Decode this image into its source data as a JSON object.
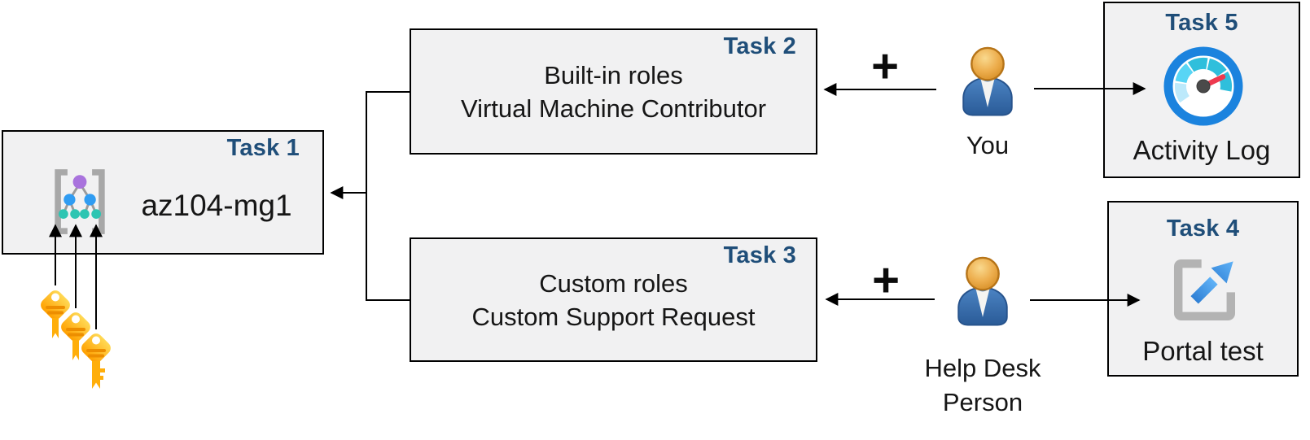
{
  "diagram": {
    "title_note": "",
    "boxes": {
      "task1": {
        "label": "Task 1",
        "name": "az104-mg1"
      },
      "task2": {
        "label": "Task 2",
        "line1": "Built-in roles",
        "line2": "Virtual Machine Contributor"
      },
      "task3": {
        "label": "Task 3",
        "line1": "Custom roles",
        "line2": "Custom Support Request"
      },
      "task4": {
        "label": "Task 4",
        "caption": "Portal test"
      },
      "task5": {
        "label": "Task 5",
        "caption": "Activity Log"
      }
    },
    "actors": {
      "you": {
        "label": "You"
      },
      "help_desk": {
        "line1": "Help Desk",
        "line2": "Person"
      }
    },
    "operators": {
      "plus_top": "+",
      "plus_bottom": "+"
    },
    "icons": {
      "management_group": "management-group-icon",
      "keys": "key-icon-x3",
      "person_you": "person-icon",
      "person_help_desk": "person-icon",
      "activity_log": "gauge-icon",
      "portal_test": "external-link-icon"
    },
    "colors": {
      "box_fill": "#F1F1F2",
      "box_border": "#000000",
      "task_label_navy": "#1F4E79",
      "key_gold": "#FFB900",
      "gauge_ring_blue": "#1B83DE",
      "gauge_needle_red": "#EE3A4F",
      "link_arrow_blue": "#3F97EA",
      "person_body_blue": "#35659F",
      "person_head_gold": "#E09A3C",
      "mg_purple": "#A973DD",
      "mg_blue": "#2F9CF2",
      "mg_teal": "#2EC5B2",
      "connector_black": "#000000"
    }
  }
}
